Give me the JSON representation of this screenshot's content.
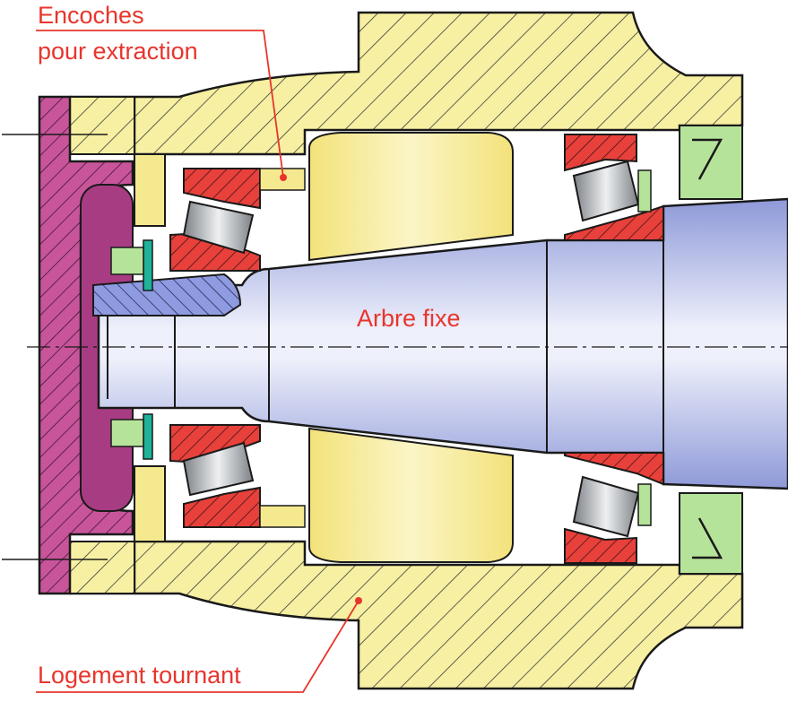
{
  "labels": {
    "notches_line1": "Encoches",
    "notches_line2": "pour extraction",
    "shaft": "Arbre fixe",
    "housing": "Logement tournant"
  },
  "colors": {
    "label": "#e8352c",
    "housing_fill": "#f7f0a2",
    "hatch": "#3a3a3a",
    "cover": "#c8559a",
    "cover_inner": "#a83c83",
    "bearing_race": "#e8403a",
    "roller": "#c9ccd0",
    "shaft": "#a9b3e6",
    "shaft_light": "#e9ecfa",
    "spacer": "#f5e98f",
    "seal": "#b6e39a",
    "nut": "#8f9be0",
    "washer": "#1fb39a",
    "outline": "#1a1a1a"
  }
}
